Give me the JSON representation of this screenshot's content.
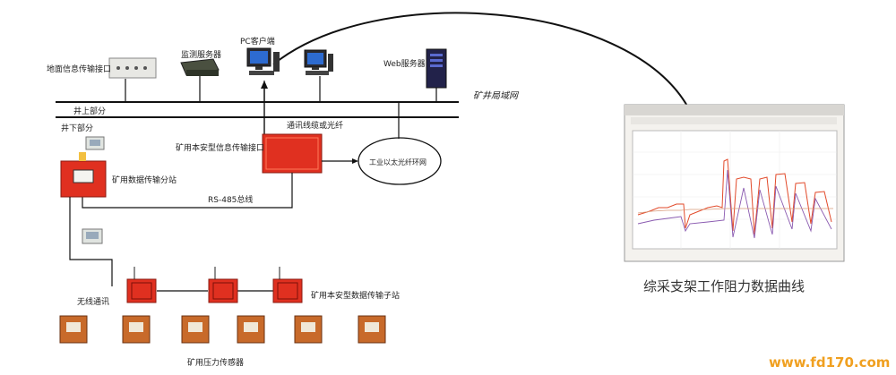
{
  "labels": {
    "ground_interface": "地面信息传输接口",
    "monitor_server": "监测服务器",
    "pc_client": "PC客户端",
    "web_server": "Web服务器",
    "mine_lan": "矿井局域网",
    "above_ground": "井上部分",
    "below_ground": "井下部分",
    "comm_cable": "通讯线缆或光纤",
    "intrinsic_interface": "矿用本安型信息传输接口",
    "ethernet_ring": "工业以太光纤环网",
    "data_substation": "矿用数据传输分站",
    "rs485": "RS-485总线",
    "wireless": "无线通讯",
    "intrinsic_substation": "矿用本安型数据传输子站",
    "pressure_sensor": "矿用压力传感器",
    "chart_caption": "综采支架工作阻力数据曲线"
  },
  "watermark": "www.fd170.com",
  "colors": {
    "red_device": "#e03020",
    "sensor_orange": "#c86a2a",
    "line": "#222222"
  }
}
